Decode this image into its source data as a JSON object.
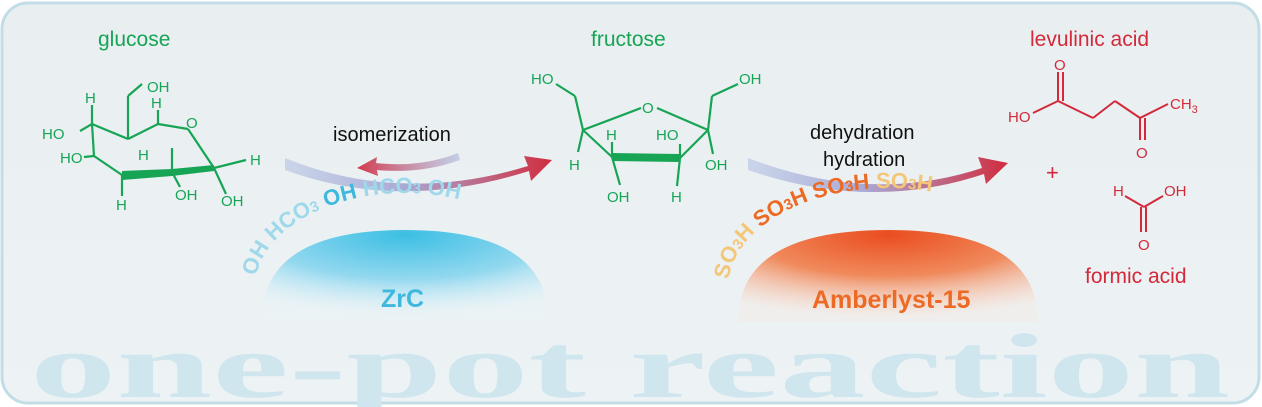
{
  "compounds": {
    "glucose": "glucose",
    "fructose": "fructose",
    "levulinic_acid": "levulinic acid",
    "formic_acid": "formic acid"
  },
  "steps": {
    "isomerization": "isomerization",
    "dehydration": "dehydration",
    "hydration": "hydration"
  },
  "catalysts": {
    "zrc": {
      "name": "ZrC",
      "groups": [
        "OH",
        "HCO",
        "OH",
        "HCO",
        "OH"
      ],
      "subscript": "3"
    },
    "amberlyst": {
      "name": "Amberlyst-15",
      "group": "SO",
      "subscript": "3",
      "group_suffix": "H"
    }
  },
  "atoms": {
    "H": "H",
    "OH": "OH",
    "HO": "HO",
    "O": "O",
    "CH3": "CH",
    "CH3_sub": "3",
    "plus": "+"
  },
  "watermark": "one-pot reaction",
  "colors": {
    "green": "#17a455",
    "red": "#d3293a",
    "blue_text": "#3fb8dd",
    "orange_text": "#ec6a24",
    "sulfonic_yellow": "#f4c678",
    "panel_bg": "#e8eef0",
    "panel_border": "#c2dde6",
    "watermark": "#cfe6ee"
  }
}
